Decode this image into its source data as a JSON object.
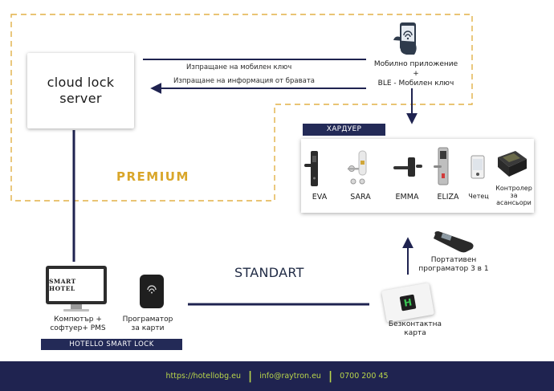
{
  "server": {
    "title": "cloud lock\nserver"
  },
  "arrows": {
    "send_mobile_key": "Изпращане на мобилен ключ",
    "send_lock_info": "Изпращане на информация от бравата"
  },
  "mobile": {
    "label_line1": "Мобилно приложение",
    "label_line2": "+",
    "label_line3": "BLE  -  Мобилен ключ"
  },
  "premium": {
    "label": "PREMIUM"
  },
  "hardware": {
    "badge": "ХАРДУЕР",
    "devices": [
      {
        "label": "EVA"
      },
      {
        "label": "SARA"
      },
      {
        "label": "EMMA"
      },
      {
        "label": "ELIZA"
      },
      {
        "label": "Четец"
      },
      {
        "label": "Контролер\nза\nасансьори"
      }
    ]
  },
  "standart": {
    "label": "STANDART"
  },
  "computer": {
    "screen_text": "SMART HOTEL",
    "label": "Компютър +\nсофтуер+ PMS"
  },
  "programmer": {
    "label": "Програматор\nза карти"
  },
  "hotello": {
    "badge": "HOTELLO SMART LOCK"
  },
  "portable": {
    "label": "Портативен\nпрограматор 3 в 1"
  },
  "card": {
    "label": "Безконтактна\nкарта",
    "logo_letter": "H"
  },
  "footer": {
    "website": "https://hotellobg.eu",
    "email": "info@raytron.eu",
    "phone": "0700 200 45",
    "separator": "|"
  },
  "colors": {
    "navy": "#1f2350",
    "gold": "#d9a62a",
    "lime": "#b9d64a",
    "card_green": "#2e8b3e"
  }
}
